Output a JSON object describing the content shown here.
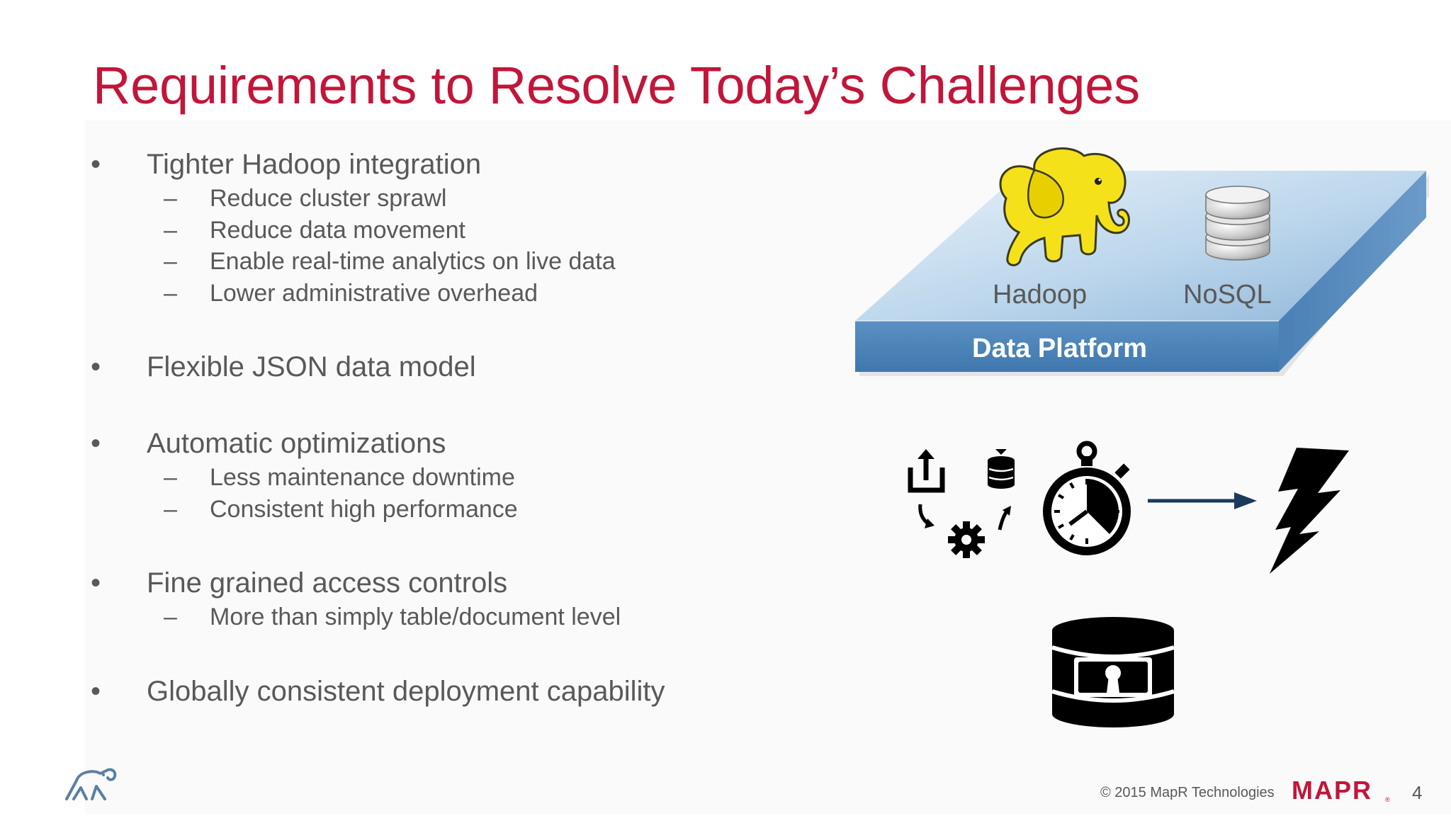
{
  "slide": {
    "title": "Requirements to Resolve Today’s Challenges",
    "bullets": [
      {
        "text": "Tighter Hadoop integration",
        "subs": [
          "Reduce cluster sprawl",
          "Reduce data movement",
          "Enable real-time analytics on live data",
          "Lower administrative overhead"
        ]
      },
      {
        "text": "Flexible JSON data model",
        "subs": []
      },
      {
        "text": "Automatic optimizations",
        "subs": [
          "Less maintenance downtime",
          "Consistent high performance"
        ]
      },
      {
        "text": "Fine grained access controls",
        "subs": [
          "More than simply table/document level"
        ]
      },
      {
        "text": "Globally consistent deployment capability",
        "subs": []
      }
    ],
    "bullet_symbol": "•",
    "sub_symbol": "–"
  },
  "diagram": {
    "hadoop_label": "Hadoop",
    "nosql_label": "NoSQL",
    "platform_label": "Data Platform",
    "icons": [
      "hadoop-elephant-icon",
      "database-stack-icon",
      "upload-icon",
      "database-download-icon",
      "gear-icon",
      "stopwatch-icon",
      "arrow-right-icon",
      "lightning-bolt-icon",
      "secure-database-icon"
    ]
  },
  "footer": {
    "copyright": "© 2015 MapR Technologies",
    "brand": "MAPR",
    "page_number": "4"
  },
  "colors": {
    "title": "#c1163a",
    "body_text": "#595959",
    "platform_top": "#b9d3ea",
    "platform_front": "#4f85b8",
    "arrow": "#1b3a5c",
    "brand": "#c1163a",
    "hadoop_yellow": "#f5e11a"
  }
}
